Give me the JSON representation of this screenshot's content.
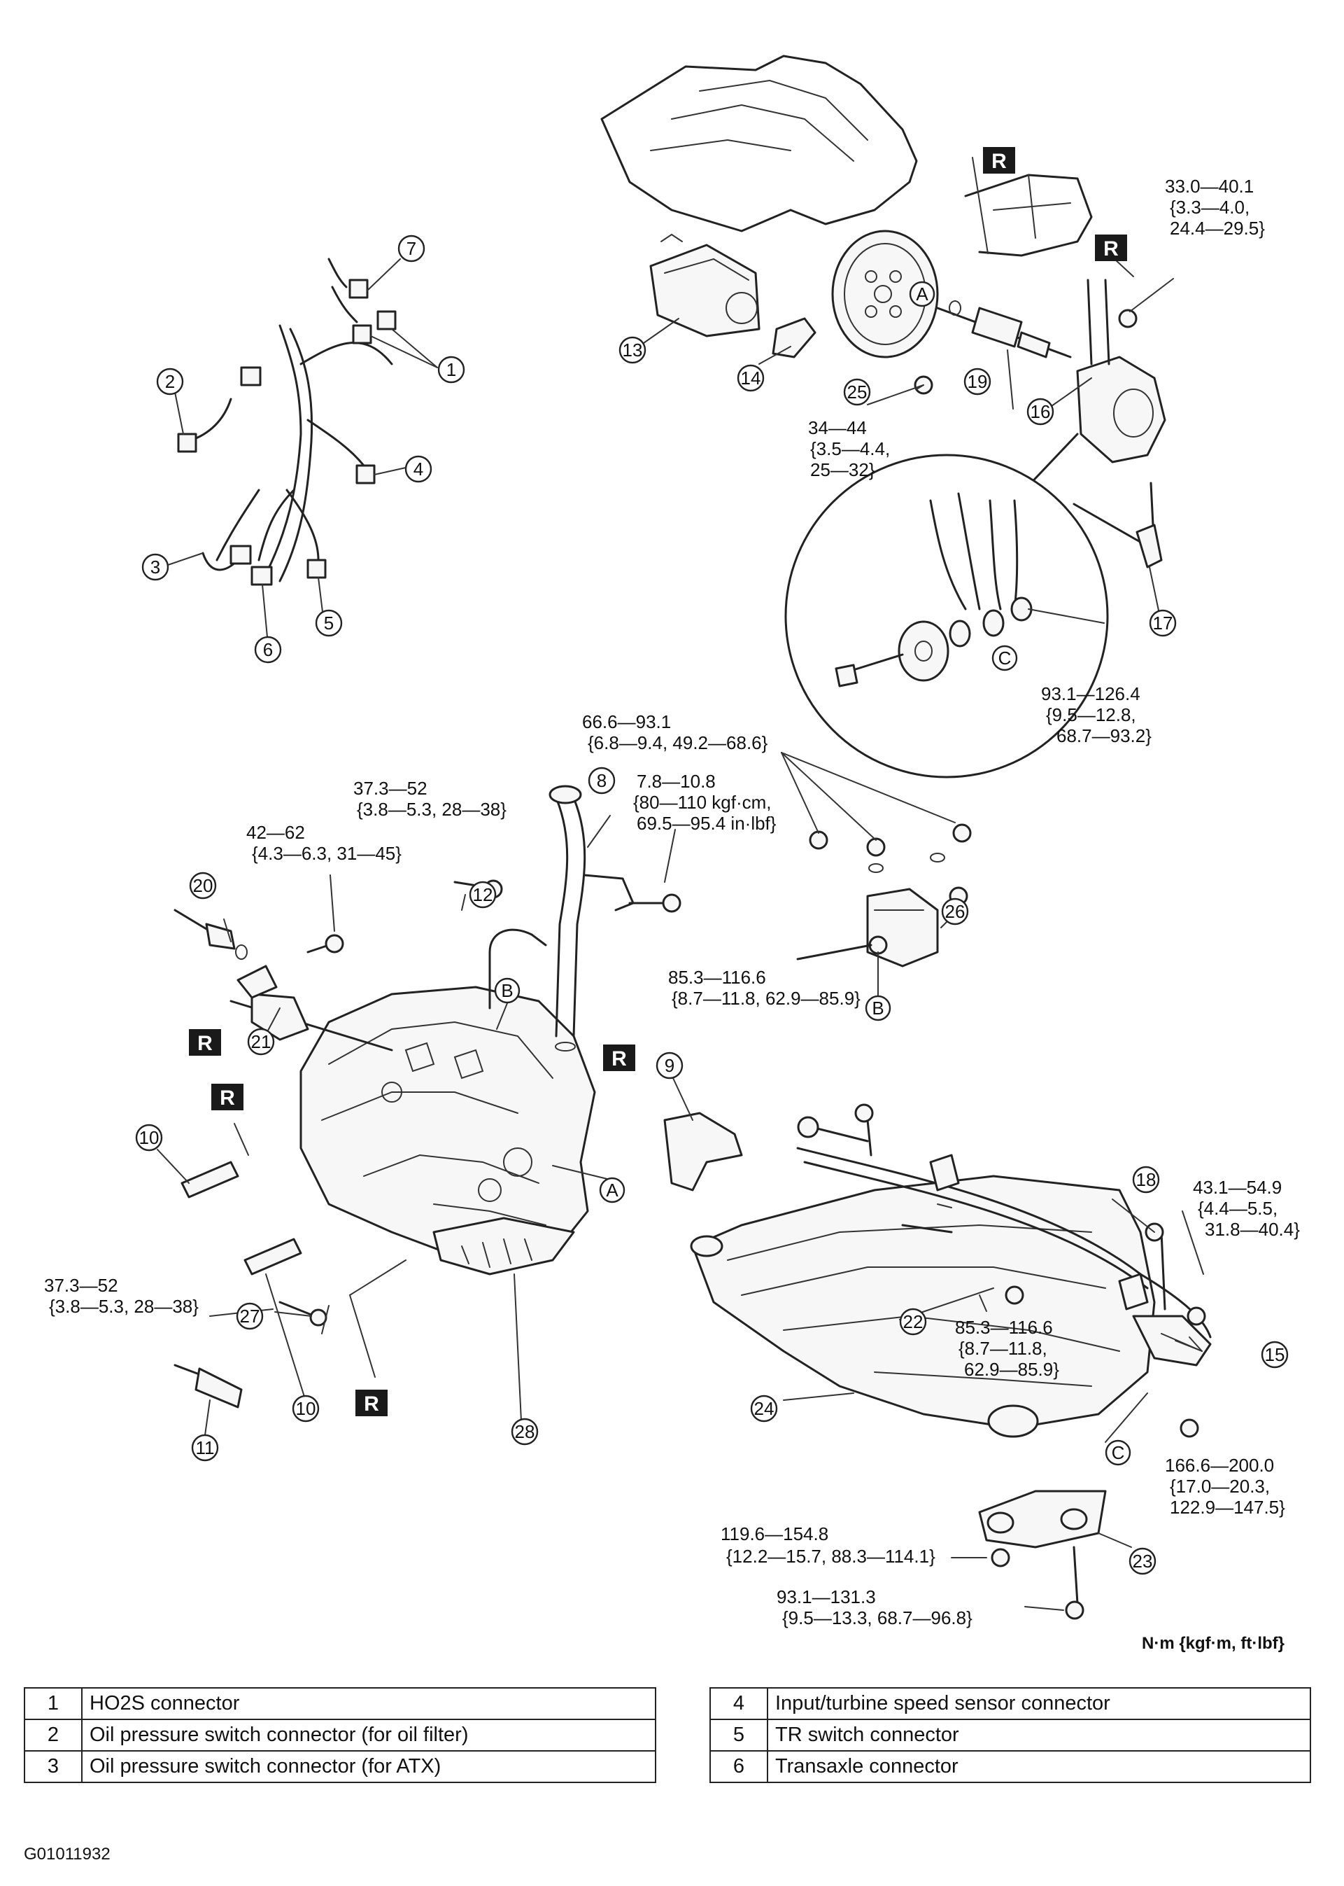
{
  "figure_id": "G01011932",
  "units": "N·m {kgf·m, ft·lbf}",
  "torques": {
    "t1": "33.0—40.1",
    "t1b": "{3.3—4.0,",
    "t1c": "24.4—29.5}",
    "t2": "34—44",
    "t2b": "{3.5—4.4,",
    "t2c": "25—32}",
    "t3": "93.1—126.4",
    "t3b": "{9.5—12.8,",
    "t3c": "68.7—93.2}",
    "t4": "66.6—93.1",
    "t4b": "{6.8—9.4, 49.2—68.6}",
    "t5": "7.8—10.8",
    "t5b": "{80—110 kgf·cm,",
    "t5c": "69.5—95.4 in·lbf}",
    "t6": "37.3—52",
    "t6b": "{3.8—5.3, 28—38}",
    "t7": "42—62",
    "t7b": "{4.3—6.3, 31—45}",
    "t8": "85.3—116.6",
    "t8b": "{8.7—11.8, 62.9—85.9}",
    "t9": "37.3—52",
    "t9b": "{3.8—5.3, 28—38}",
    "t10": "43.1—54.9",
    "t10b": "{4.4—5.5,",
    "t10c": "31.8—40.4}",
    "t11": "85.3—116.6",
    "t11b": "{8.7—11.8,",
    "t11c": "62.9—85.9}",
    "t12": "166.6—200.0",
    "t12b": "{17.0—20.3,",
    "t12c": "122.9—147.5}",
    "t13": "119.6—154.8",
    "t13b": "{12.2—15.7, 88.3—114.1}",
    "t14": "93.1—131.3",
    "t14b": "{9.5—13.3, 68.7—96.8}"
  },
  "callouts": [
    "1",
    "2",
    "3",
    "4",
    "5",
    "6",
    "7",
    "8",
    "9",
    "10",
    "10",
    "11",
    "12",
    "13",
    "14",
    "15",
    "16",
    "17",
    "18",
    "19",
    "20",
    "21",
    "22",
    "23",
    "24",
    "25",
    "26",
    "27",
    "28"
  ],
  "letters": [
    "A",
    "A",
    "B",
    "B",
    "C",
    "C"
  ],
  "r_mark": "R",
  "legend_left": [
    {
      "num": "1",
      "label": "HO2S connector"
    },
    {
      "num": "2",
      "label": "Oil pressure switch connector (for oil filter)"
    },
    {
      "num": "3",
      "label": "Oil pressure switch connector (for ATX)"
    }
  ],
  "legend_right": [
    {
      "num": "4",
      "label": "Input/turbine speed sensor connector"
    },
    {
      "num": "5",
      "label": "TR switch connector"
    },
    {
      "num": "6",
      "label": "Transaxle connector"
    }
  ]
}
